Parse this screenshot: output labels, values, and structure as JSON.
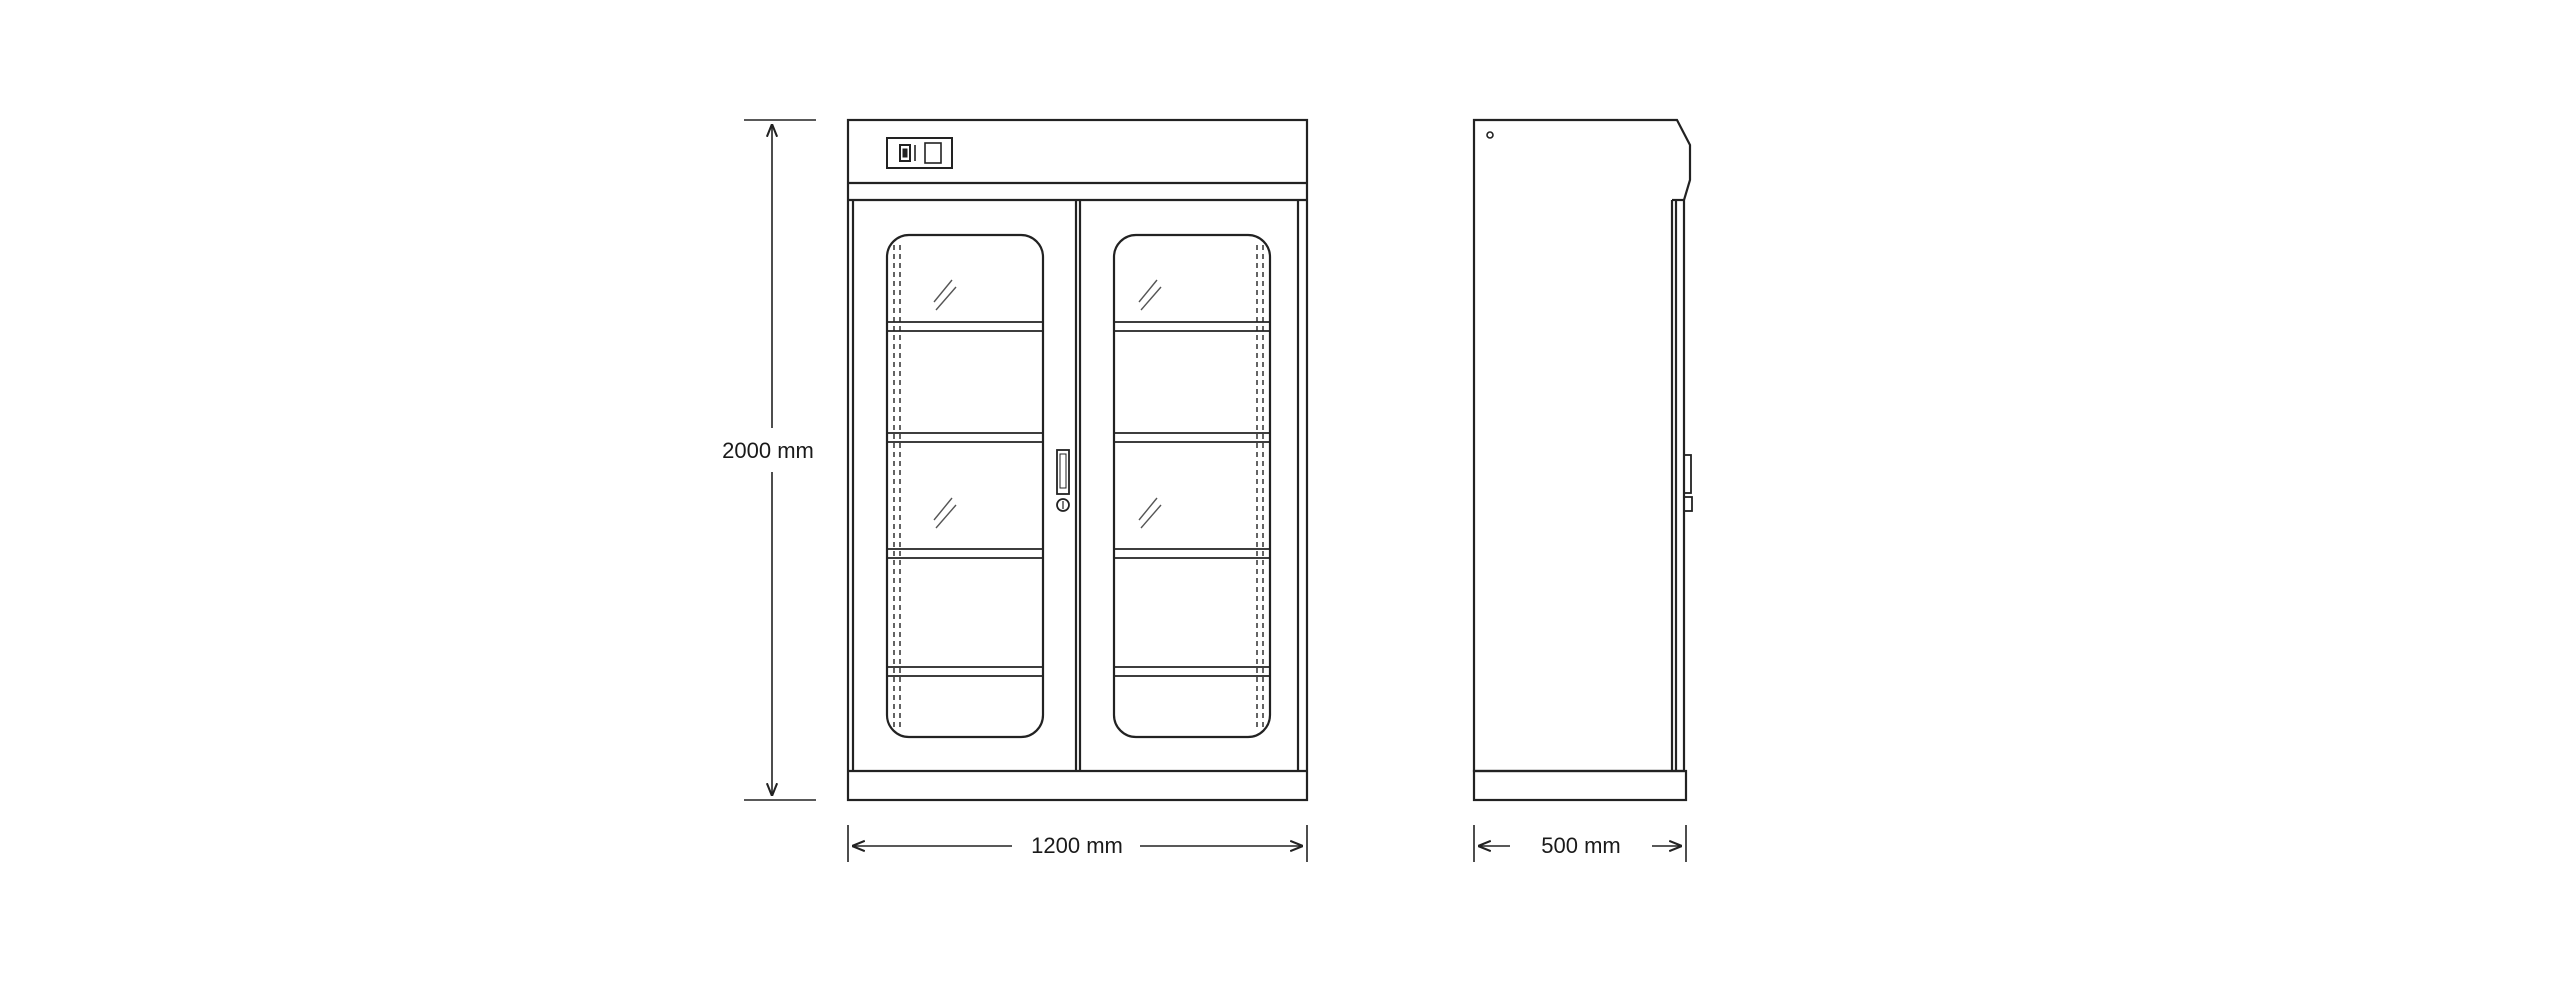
{
  "dimensions": {
    "height_label": "2000 mm",
    "width_label": "1200 mm",
    "depth_label": "500 mm"
  },
  "colors": {
    "stroke": "#222222",
    "background": "#ffffff",
    "glass_highlight": "#555555"
  },
  "icons": [
    "control-panel-icon",
    "lock-handle-icon",
    "hinge-icon"
  ]
}
